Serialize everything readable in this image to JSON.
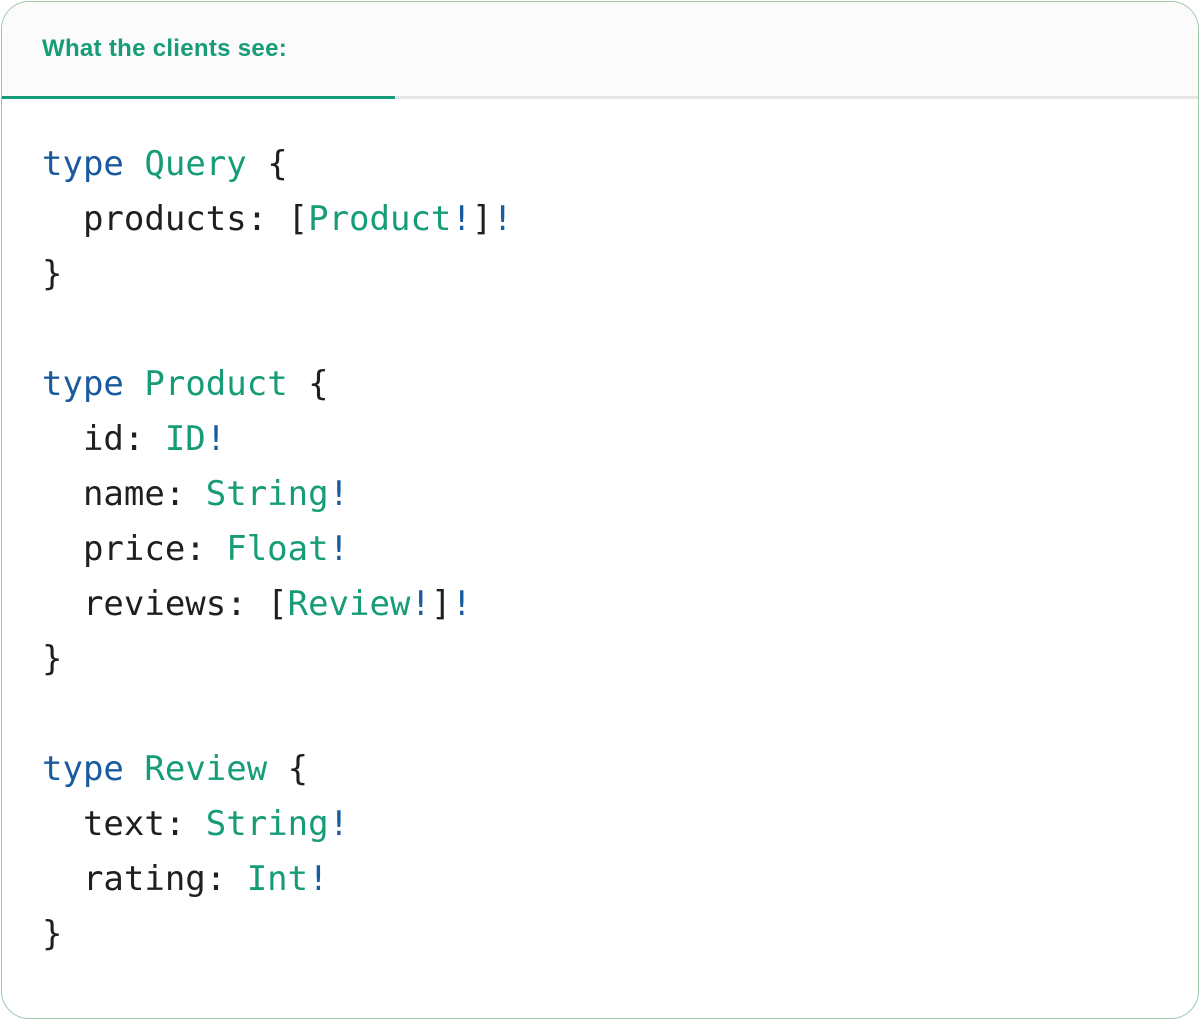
{
  "tab": {
    "label": "What the clients see:"
  },
  "colors": {
    "accent_green": "#169c77",
    "keyword_blue": "#1a5a9e",
    "code_text": "#1d1f21",
    "border_green": "#9cc7a8",
    "header_bg": "#fbfbfb",
    "divider_gray": "#e6e6e6",
    "panel_bg": "#ffffff"
  },
  "code": {
    "language": "graphql",
    "raw": "type Query {\n  products: [Product!]!\n}\n\ntype Product {\n  id: ID!\n  name: String!\n  price: Float!\n  reviews: [Review!]!\n}\n\ntype Review {\n  text: String!\n  rating: Int!\n}",
    "lines": [
      [
        {
          "t": "type",
          "c": "keyword"
        },
        {
          "t": " ",
          "c": "plain"
        },
        {
          "t": "Query",
          "c": "type"
        },
        {
          "t": " {",
          "c": "plain"
        }
      ],
      [
        {
          "t": "  products: [",
          "c": "plain"
        },
        {
          "t": "Product",
          "c": "type"
        },
        {
          "t": "!",
          "c": "bang"
        },
        {
          "t": "]",
          "c": "plain"
        },
        {
          "t": "!",
          "c": "bang"
        }
      ],
      [
        {
          "t": "}",
          "c": "plain"
        }
      ],
      [],
      [
        {
          "t": "type",
          "c": "keyword"
        },
        {
          "t": " ",
          "c": "plain"
        },
        {
          "t": "Product",
          "c": "type"
        },
        {
          "t": " {",
          "c": "plain"
        }
      ],
      [
        {
          "t": "  id: ",
          "c": "plain"
        },
        {
          "t": "ID",
          "c": "type"
        },
        {
          "t": "!",
          "c": "bang"
        }
      ],
      [
        {
          "t": "  name: ",
          "c": "plain"
        },
        {
          "t": "String",
          "c": "type"
        },
        {
          "t": "!",
          "c": "bang"
        }
      ],
      [
        {
          "t": "  price: ",
          "c": "plain"
        },
        {
          "t": "Float",
          "c": "type"
        },
        {
          "t": "!",
          "c": "bang"
        }
      ],
      [
        {
          "t": "  reviews: [",
          "c": "plain"
        },
        {
          "t": "Review",
          "c": "type"
        },
        {
          "t": "!",
          "c": "bang"
        },
        {
          "t": "]",
          "c": "plain"
        },
        {
          "t": "!",
          "c": "bang"
        }
      ],
      [
        {
          "t": "}",
          "c": "plain"
        }
      ],
      [],
      [
        {
          "t": "type",
          "c": "keyword"
        },
        {
          "t": " ",
          "c": "plain"
        },
        {
          "t": "Review",
          "c": "type"
        },
        {
          "t": " {",
          "c": "plain"
        }
      ],
      [
        {
          "t": "  text: ",
          "c": "plain"
        },
        {
          "t": "String",
          "c": "type"
        },
        {
          "t": "!",
          "c": "bang"
        }
      ],
      [
        {
          "t": "  rating: ",
          "c": "plain"
        },
        {
          "t": "Int",
          "c": "type"
        },
        {
          "t": "!",
          "c": "bang"
        }
      ],
      [
        {
          "t": "}",
          "c": "plain"
        }
      ]
    ]
  }
}
